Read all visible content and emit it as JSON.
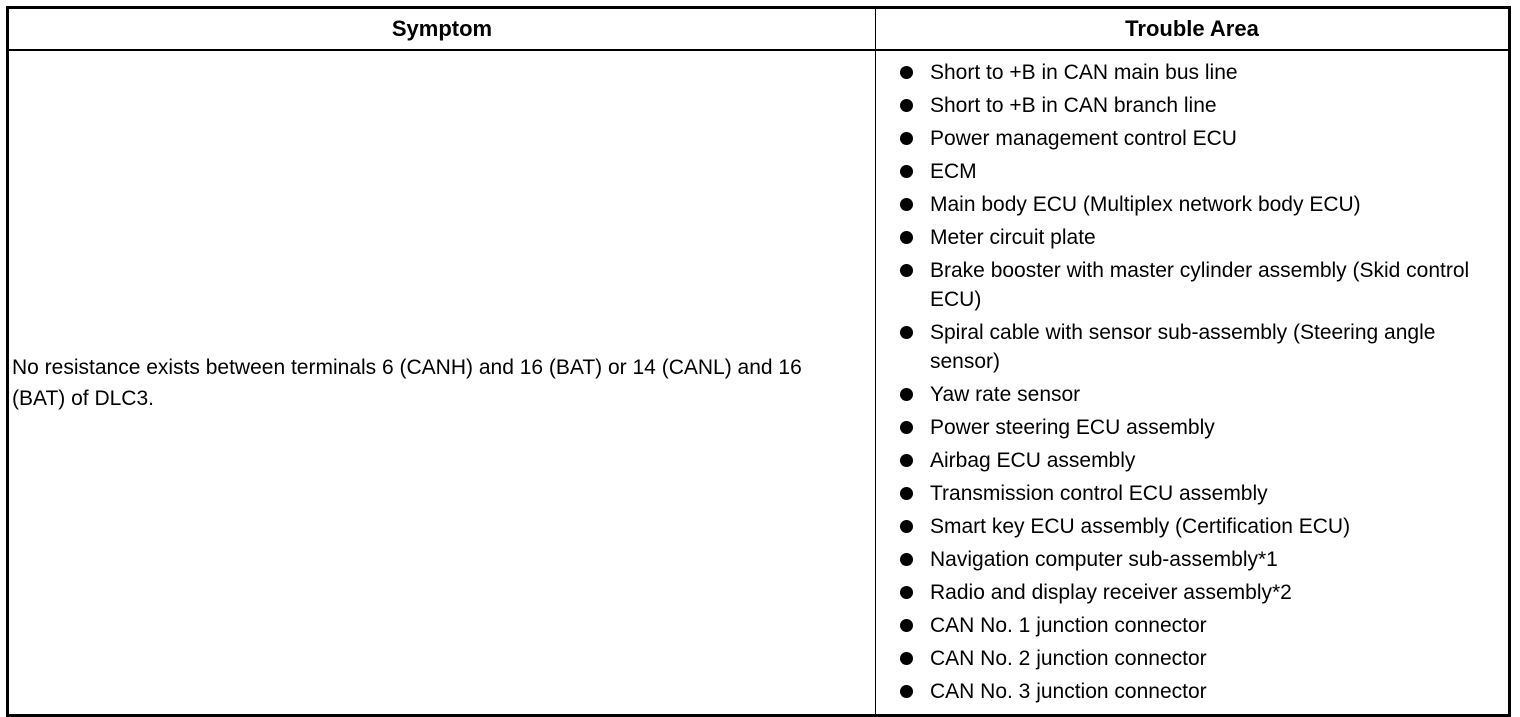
{
  "table": {
    "headers": {
      "symptom": "Symptom",
      "trouble_area": "Trouble Area"
    },
    "rows": [
      {
        "symptom": "No resistance exists between terminals 6 (CANH) and 16 (BAT) or 14 (CANL) and 16 (BAT) of DLC3.",
        "trouble_areas": [
          "Short to +B in CAN main bus line",
          "Short to +B in CAN branch line",
          "Power management control ECU",
          "ECM",
          "Main body ECU (Multiplex network body ECU)",
          "Meter circuit plate",
          "Brake booster with master cylinder assembly (Skid control ECU)",
          "Spiral cable with sensor sub-assembly (Steering angle sensor)",
          "Yaw rate sensor",
          "Power steering ECU assembly",
          "Airbag ECU assembly",
          "Transmission control ECU assembly",
          "Smart key ECU assembly (Certification ECU)",
          "Navigation computer sub-assembly*1",
          "Radio and display receiver assembly*2",
          "CAN No. 1 junction connector",
          "CAN No. 2 junction connector",
          "CAN No. 3 junction connector"
        ]
      }
    ]
  }
}
